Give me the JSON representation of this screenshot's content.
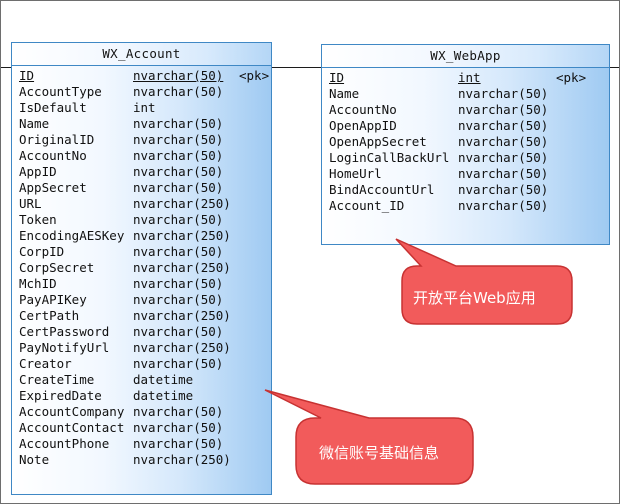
{
  "diagram": {
    "tables": {
      "wx_account": {
        "title": "WX_Account",
        "columns": [
          {
            "name": "ID",
            "type": "nvarchar(50)",
            "key": "<pk>"
          },
          {
            "name": "AccountType",
            "type": "nvarchar(50)",
            "key": ""
          },
          {
            "name": "IsDefault",
            "type": "int",
            "key": ""
          },
          {
            "name": "Name",
            "type": "nvarchar(50)",
            "key": ""
          },
          {
            "name": "OriginalID",
            "type": "nvarchar(50)",
            "key": ""
          },
          {
            "name": "AccountNo",
            "type": "nvarchar(50)",
            "key": ""
          },
          {
            "name": "AppID",
            "type": "nvarchar(50)",
            "key": ""
          },
          {
            "name": "AppSecret",
            "type": "nvarchar(50)",
            "key": ""
          },
          {
            "name": "URL",
            "type": "nvarchar(250)",
            "key": ""
          },
          {
            "name": "Token",
            "type": "nvarchar(50)",
            "key": ""
          },
          {
            "name": "EncodingAESKey",
            "type": "nvarchar(250)",
            "key": ""
          },
          {
            "name": "CorpID",
            "type": "nvarchar(50)",
            "key": ""
          },
          {
            "name": "CorpSecret",
            "type": "nvarchar(250)",
            "key": ""
          },
          {
            "name": "MchID",
            "type": "nvarchar(50)",
            "key": ""
          },
          {
            "name": "PayAPIKey",
            "type": "nvarchar(50)",
            "key": ""
          },
          {
            "name": "CertPath",
            "type": "nvarchar(250)",
            "key": ""
          },
          {
            "name": "CertPassword",
            "type": "nvarchar(50)",
            "key": ""
          },
          {
            "name": "PayNotifyUrl",
            "type": "nvarchar(250)",
            "key": ""
          },
          {
            "name": "Creator",
            "type": "nvarchar(50)",
            "key": ""
          },
          {
            "name": "CreateTime",
            "type": "datetime",
            "key": ""
          },
          {
            "name": "ExpiredDate",
            "type": "datetime",
            "key": ""
          },
          {
            "name": "AccountCompany",
            "type": "nvarchar(50)",
            "key": ""
          },
          {
            "name": "AccountContact",
            "type": "nvarchar(50)",
            "key": ""
          },
          {
            "name": "AccountPhone",
            "type": "nvarchar(50)",
            "key": ""
          },
          {
            "name": "Note",
            "type": "nvarchar(250)",
            "key": ""
          }
        ]
      },
      "wx_webapp": {
        "title": "WX_WebApp",
        "columns": [
          {
            "name": "ID",
            "type": "int",
            "key": "<pk>"
          },
          {
            "name": "Name",
            "type": "nvarchar(50)",
            "key": ""
          },
          {
            "name": "AccountNo",
            "type": "nvarchar(50)",
            "key": ""
          },
          {
            "name": "OpenAppID",
            "type": "nvarchar(50)",
            "key": ""
          },
          {
            "name": "OpenAppSecret",
            "type": "nvarchar(50)",
            "key": ""
          },
          {
            "name": "LoginCallBackUrl",
            "type": "nvarchar(50)",
            "key": ""
          },
          {
            "name": "HomeUrl",
            "type": "nvarchar(50)",
            "key": ""
          },
          {
            "name": "BindAccountUrl",
            "type": "nvarchar(50)",
            "key": ""
          },
          {
            "name": "Account_ID",
            "type": "nvarchar(50)",
            "key": ""
          }
        ]
      }
    },
    "callouts": {
      "webapp_note": "开放平台Web应用",
      "account_note": "微信账号基础信息"
    },
    "colors": {
      "table_border": "#3f88c5",
      "callout_fill": "#f25b5b",
      "callout_border": "#c73232",
      "text": "#111111"
    }
  }
}
